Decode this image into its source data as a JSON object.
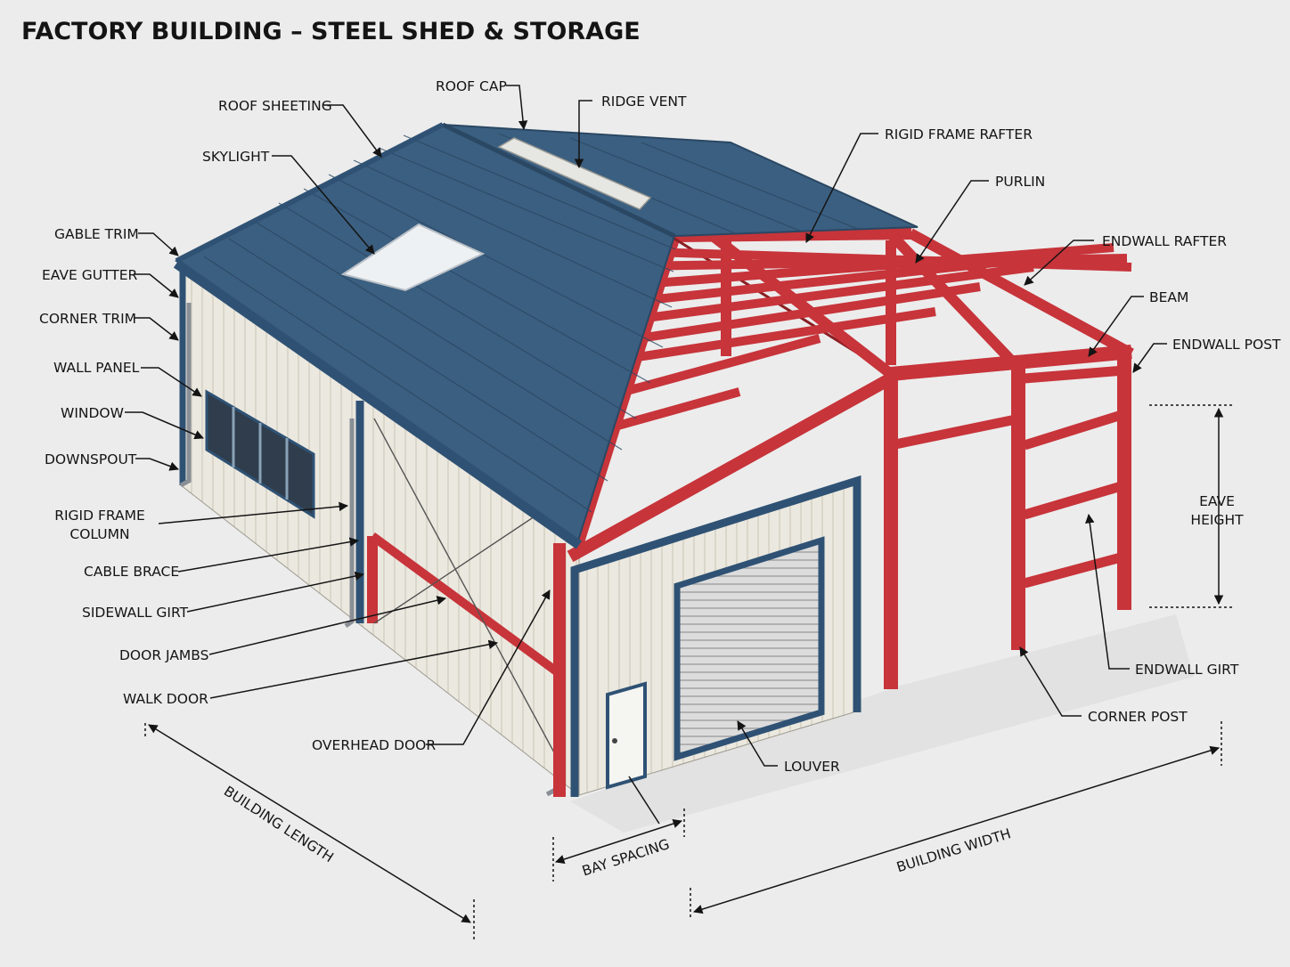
{
  "title": "FACTORY BUILDING – STEEL SHED & STORAGE",
  "colors": {
    "background": "#ececec",
    "roof": "#3b5f80",
    "frame": "#c7343a",
    "wall": "#ebe8df",
    "trim": "#2f5274",
    "skylight": "#eef1f3",
    "ink": "#141414"
  },
  "labels": {
    "roof_sheeting": "ROOF SHEETING",
    "roof_cap": "ROOF CAP",
    "ridge_vent": "RIDGE VENT",
    "skylight": "SKYLIGHT",
    "rigid_frame_rafter": "RIGID FRAME RAFTER",
    "purlin": "PURLIN",
    "endwall_rafter": "ENDWALL RAFTER",
    "beam": "BEAM",
    "endwall_post": "ENDWALL POST",
    "gable_trim": "GABLE TRIM",
    "eave_gutter": "EAVE GUTTER",
    "corner_trim": "CORNER TRIM",
    "wall_panel": "WALL PANEL",
    "window": "WINDOW",
    "downspout": "DOWNSPOUT",
    "rigid_frame_column_1": "RIGID FRAME",
    "rigid_frame_column_2": "COLUMN",
    "cable_brace": "CABLE BRACE",
    "sidewall_girt": "SIDEWALL GIRT",
    "door_jambs": "DOOR JAMBS",
    "walk_door": "WALK DOOR",
    "overhead_door": "OVERHEAD DOOR",
    "louver": "LOUVER",
    "eave_height_1": "EAVE",
    "eave_height_2": "HEIGHT",
    "endwall_girt": "ENDWALL GIRT",
    "corner_post": "CORNER POST"
  },
  "dimensions": {
    "building_length": "BUILDING LENGTH",
    "bay_spacing": "BAY SPACING",
    "building_width": "BUILDING WIDTH"
  }
}
